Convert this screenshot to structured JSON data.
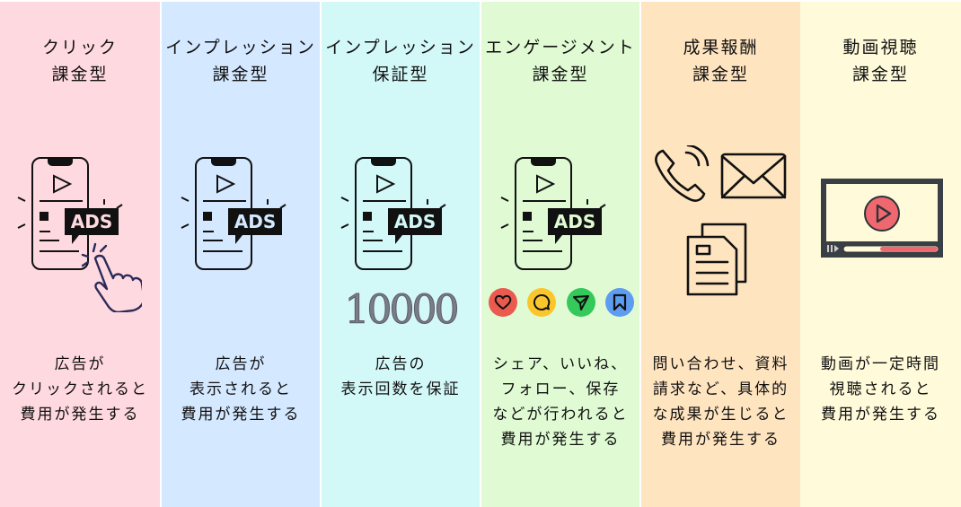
{
  "columns": [
    {
      "id": "click",
      "bg": "#ffd9e0",
      "title": [
        "クリック",
        "課金型"
      ],
      "icon": "phone-ads-with-tap-hand-icon",
      "description": [
        "広告が",
        "クリックされると",
        "費用が発生する"
      ]
    },
    {
      "id": "impression",
      "bg": "#d4e8ff",
      "title": [
        "インプレッション",
        "課金型"
      ],
      "icon": "phone-ads-icon",
      "description": [
        "広告が",
        "表示されると",
        "費用が発生する"
      ]
    },
    {
      "id": "impression-guarantee",
      "bg": "#d3f8f8",
      "title": [
        "インプレッション",
        "保証型"
      ],
      "icon": "phone-ads-icon",
      "counter": "10000",
      "description": [
        "広告の",
        "表示回数を保証"
      ]
    },
    {
      "id": "engagement",
      "bg": "#e0fbd4",
      "title": [
        "エンゲージメント",
        "課金型"
      ],
      "icon": "phone-ads-icon",
      "engagement_icons": [
        {
          "name": "heart-icon",
          "color": "#ea5a4e"
        },
        {
          "name": "comment-icon",
          "color": "#fbc52c"
        },
        {
          "name": "send-icon",
          "color": "#35c85a"
        },
        {
          "name": "bookmark-icon",
          "color": "#5e9cf0"
        }
      ],
      "description": [
        "シェア、いいね、",
        "フォロー、保存",
        "などが行われると",
        "費用が発生する"
      ]
    },
    {
      "id": "performance",
      "bg": "#ffe4c0",
      "title": [
        "成果報酬",
        "課金型"
      ],
      "icon": "phone-mail-document-icon",
      "description": [
        "問い合わせ、資料",
        "請求など、具体的",
        "な成果が生じると",
        "費用が発生する"
      ]
    },
    {
      "id": "video-view",
      "bg": "#fffbda",
      "title": [
        "動画視聴",
        "課金型"
      ],
      "icon": "video-player-icon",
      "accent": "#f0686f",
      "description": [
        "動画が一定時間",
        "視聴されると",
        "費用が発生する"
      ]
    }
  ]
}
